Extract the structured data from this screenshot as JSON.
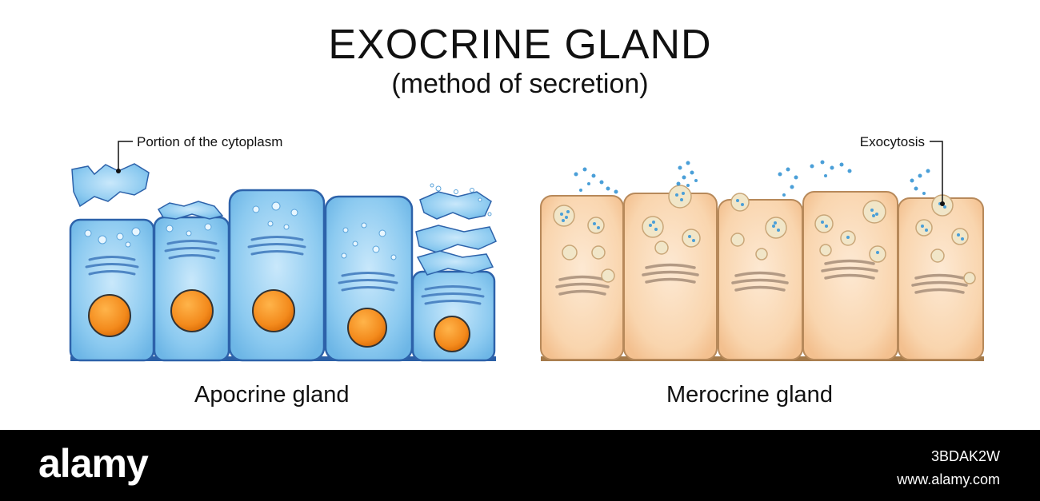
{
  "title": "EXOCRINE GLAND",
  "subtitle": "(method of secretion)",
  "labels": {
    "cytoplasm": "Portion of the cytoplasm",
    "exocytosis": "Exocytosis"
  },
  "captions": {
    "apocrine": "Apocrine gland",
    "merocrine": "Merocrine gland"
  },
  "watermark": {
    "logo": "alamy",
    "image_id": "3BDAK2W",
    "site": "www.alamy.com"
  },
  "colors": {
    "apocrine_cell": "#7fc1ec",
    "merocrine_cell": "#f8d3ac",
    "nucleus": "#f3891c",
    "vesicle": "#4a9fd8"
  }
}
